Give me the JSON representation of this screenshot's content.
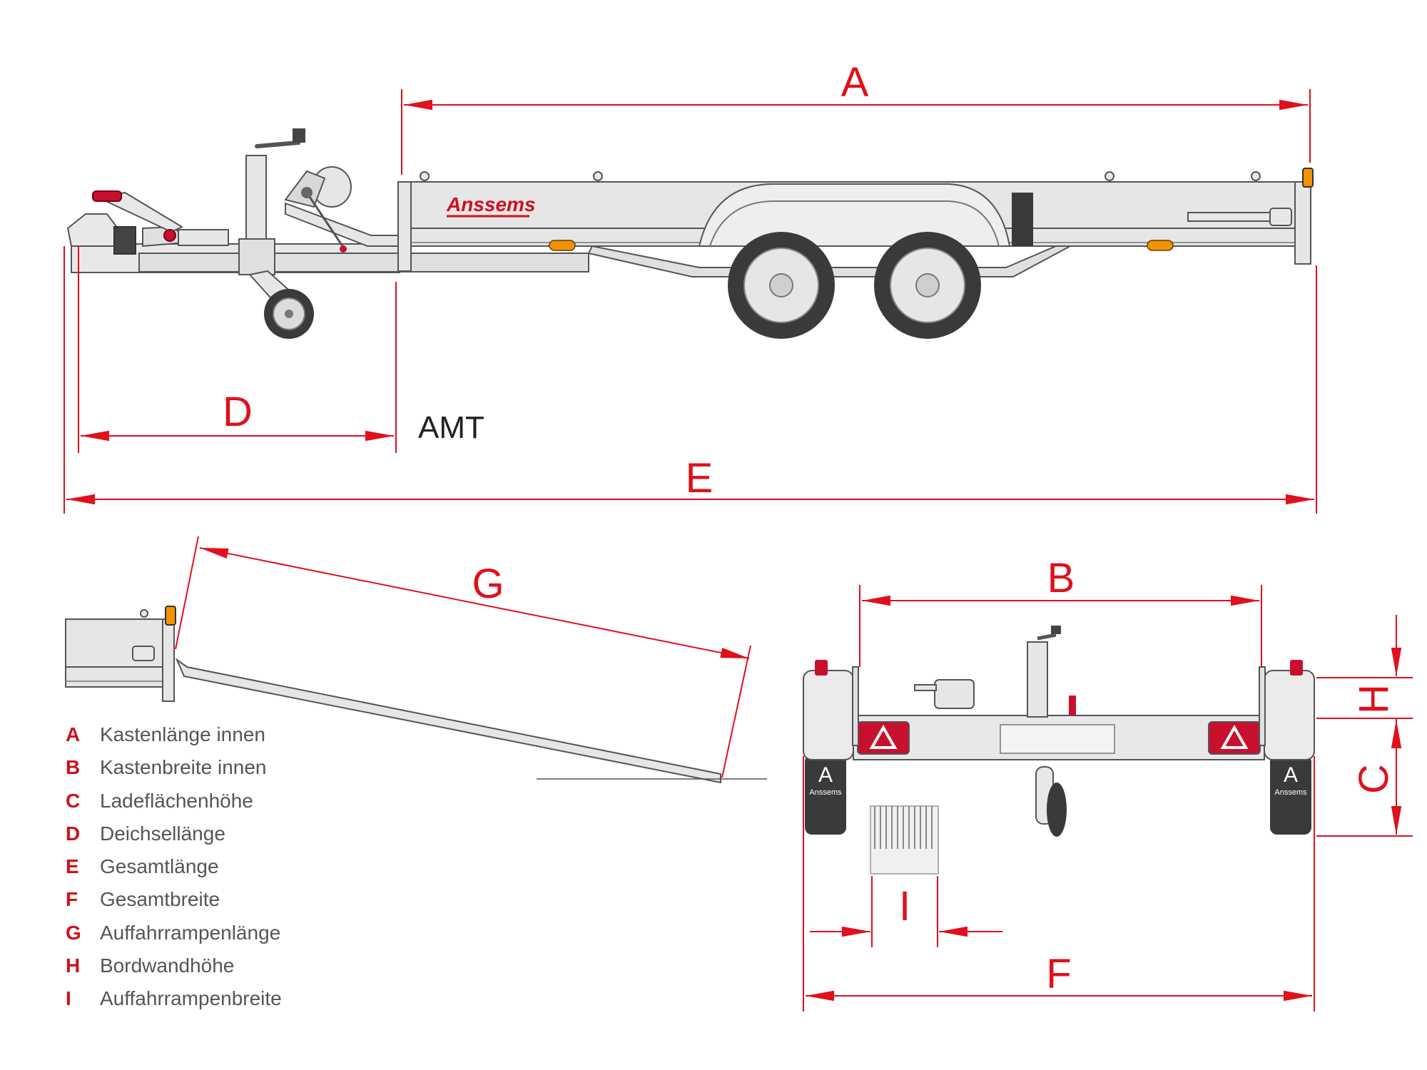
{
  "model_label": "AMT",
  "brand": "Anssems",
  "mudflap_mark": "A",
  "mudflap_brand": "Anssems",
  "dimension_labels": {
    "A": "A",
    "B": "B",
    "C": "C",
    "D": "D",
    "E": "E",
    "F": "F",
    "G": "G",
    "H": "H",
    "I": "I"
  },
  "legend": [
    {
      "key": "A",
      "text": "Kastenlänge innen"
    },
    {
      "key": "B",
      "text": "Kastenbreite innen"
    },
    {
      "key": "C",
      "text": "Ladeflächenhöhe"
    },
    {
      "key": "D",
      "text": "Deichsellänge"
    },
    {
      "key": "E",
      "text": "Gesamtlänge"
    },
    {
      "key": "F",
      "text": "Gesamtbreite"
    },
    {
      "key": "G",
      "text": "Auffahrrampenlänge"
    },
    {
      "key": "H",
      "text": "Bordwandhöhe"
    },
    {
      "key": "I",
      "text": "Auffahrrampenbreite"
    }
  ],
  "colors": {
    "dimension_red": "#e0101c",
    "body_grey": "#e6e6e6",
    "outline": "#555555",
    "tire": "#3a3a3a",
    "indicator_orange": "#f39200"
  }
}
